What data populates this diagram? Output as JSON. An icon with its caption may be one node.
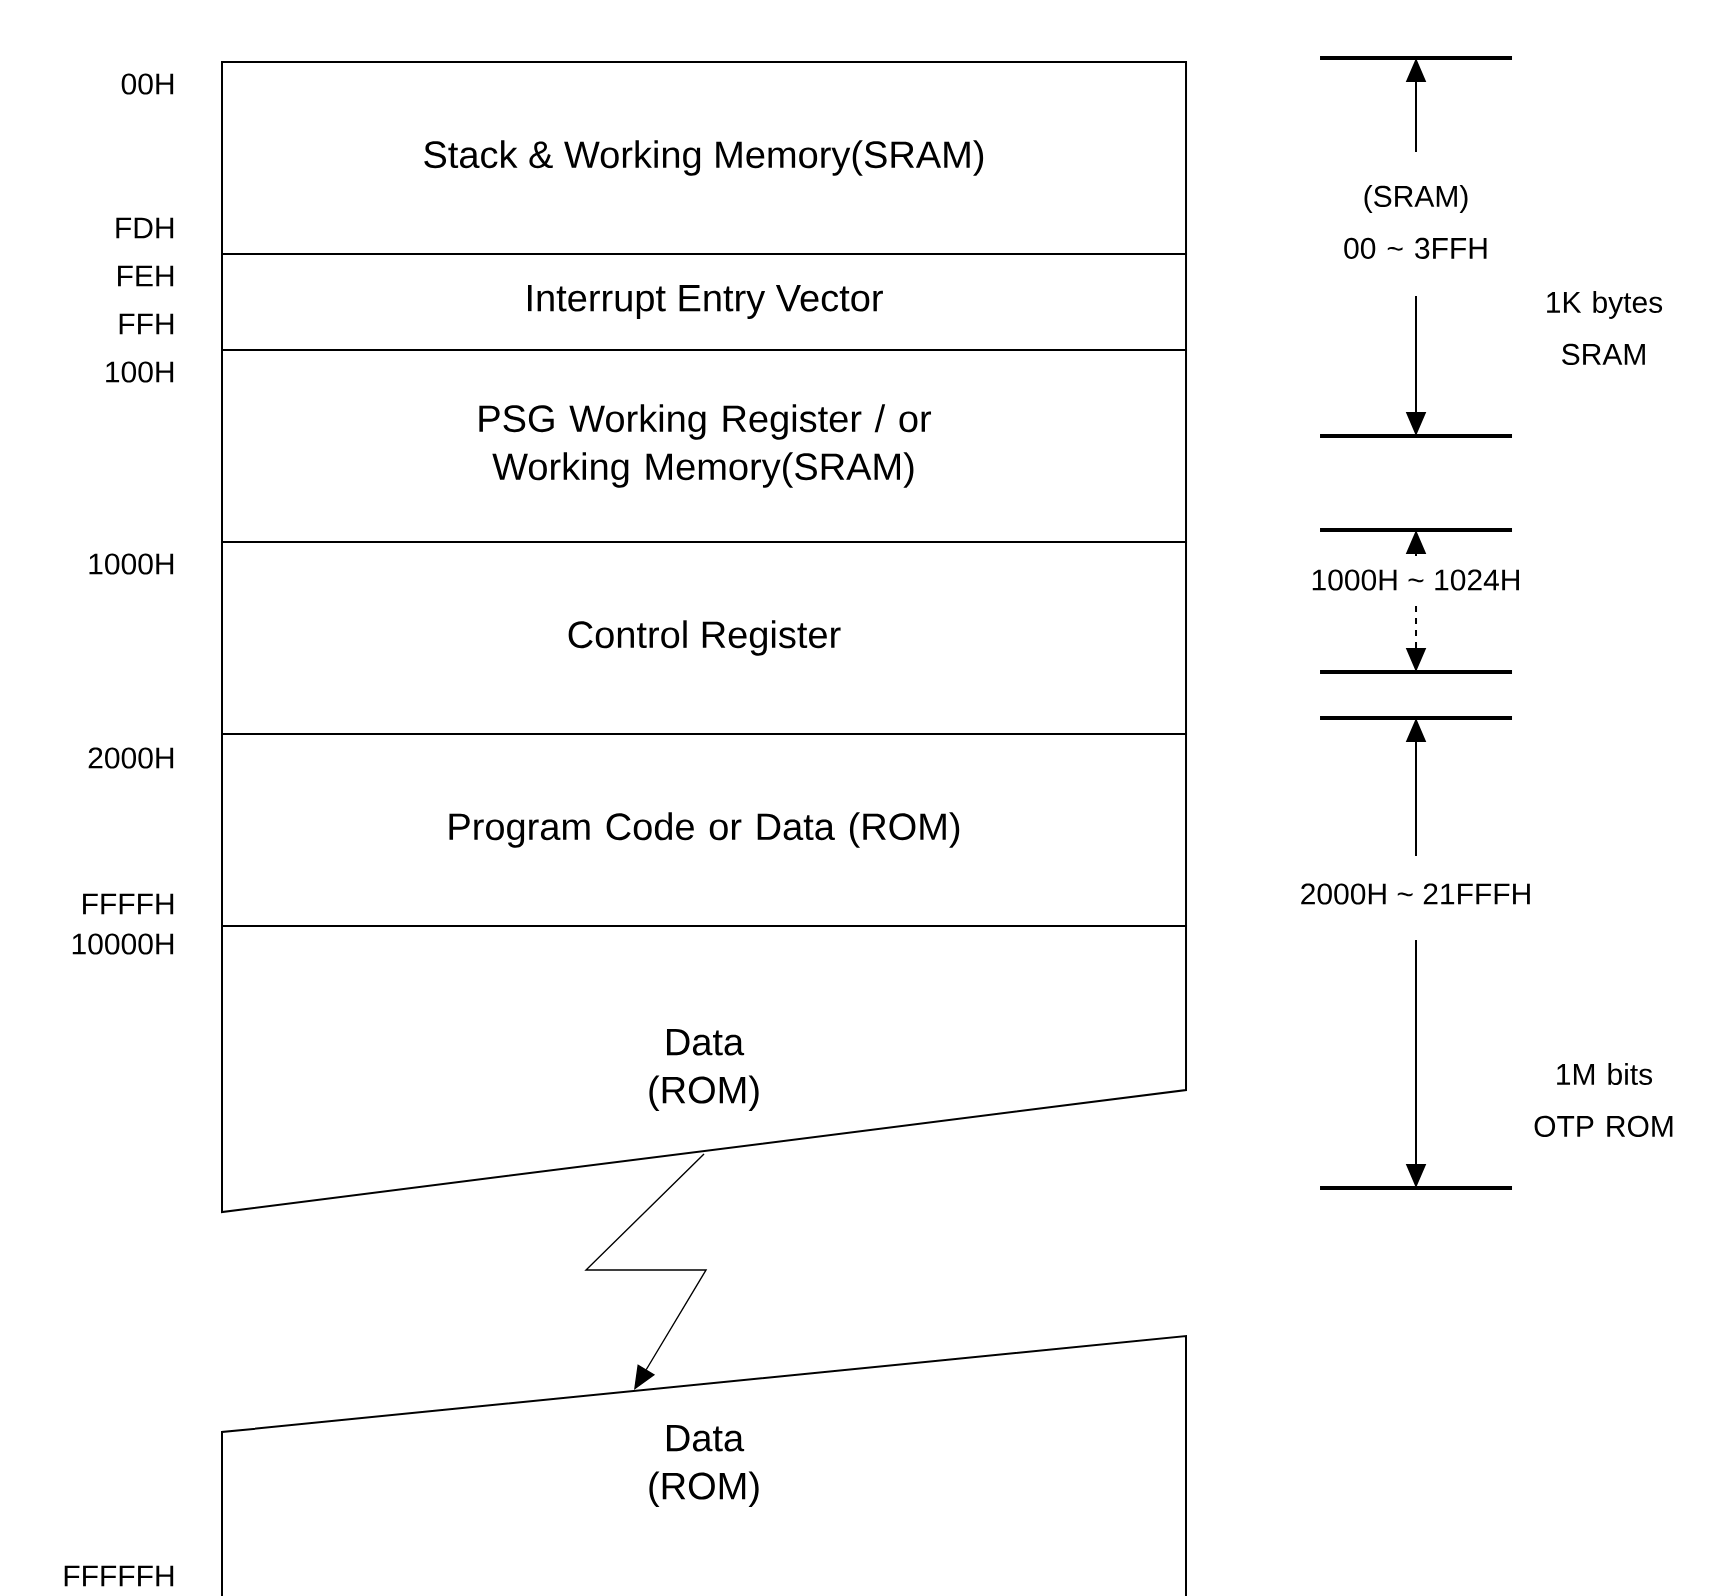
{
  "diagram": {
    "nodes": [
      {
        "text": [
          "Stack & Working Memory(SRAM)"
        ]
      },
      {
        "text": [
          "Interrupt Entry Vector"
        ]
      },
      {
        "text": [
          "PSG Working Register / or Working Memory(SRAM)"
        ]
      },
      {
        "text": [
          "Control Register"
        ]
      },
      {
        "text": [
          "Program Code or Data (ROM)"
        ]
      },
      {
        "text": [
          "Data (ROM)"
        ]
      },
      {
        "text": [
          "Data (ROM)"
        ]
      }
    ],
    "edges": [
      {
        "from": 5,
        "to": 6,
        "arrow": "to"
      }
    ],
    "labels": [
      "00H",
      "(SRAM) 00 ~ 3FFH",
      "FDH",
      "FEH",
      "1K bytes SRAM",
      "FFH",
      "100H",
      "1000H",
      "1000H ~ 1024H",
      "2000H",
      "2000H ~ 21FFFH",
      "FFFFH",
      "10000H",
      "1M bits OTP ROM",
      "FFFFFH"
    ]
  }
}
